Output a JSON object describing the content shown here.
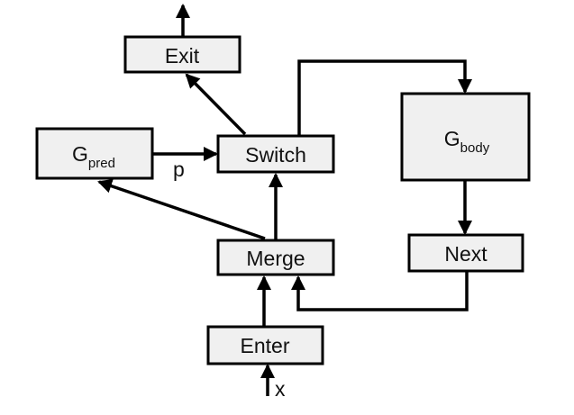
{
  "colors": {
    "box_fill": "#f0f0f0",
    "stroke": "#000000",
    "text": "#111111"
  },
  "nodes": {
    "exit": {
      "label": "Exit"
    },
    "switch": {
      "label": "Switch"
    },
    "gpred": {
      "label": "G",
      "sub": "pred"
    },
    "gbody": {
      "label": "G",
      "sub": "body"
    },
    "merge": {
      "label": "Merge"
    },
    "next": {
      "label": "Next"
    },
    "enter": {
      "label": "Enter"
    }
  },
  "edges": {
    "p_label": "p",
    "x_label": "x"
  }
}
